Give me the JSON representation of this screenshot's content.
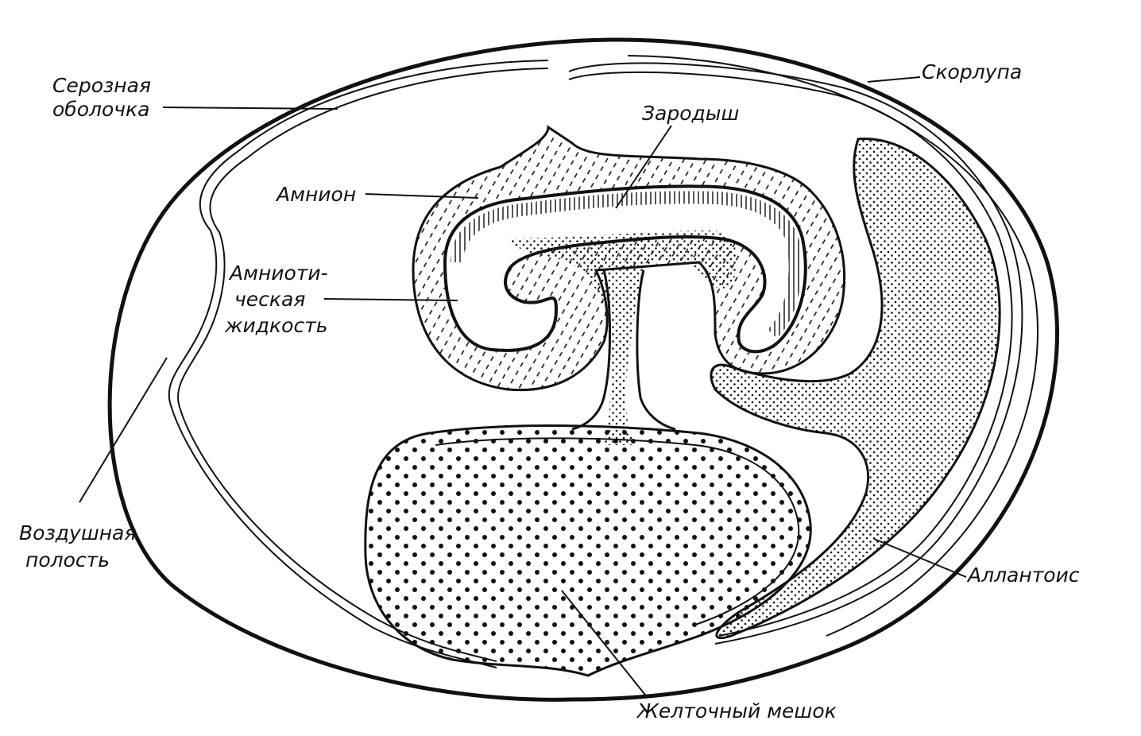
{
  "labels": {
    "serous_line1": "Серозная",
    "serous_line2": "оболочка",
    "shell": "Скорлупа",
    "embryo": "Зародыш",
    "amnion": "Амнион",
    "fluid_line1": "Амниоти-",
    "fluid_line2": "ческая",
    "fluid_line3": "жидкость",
    "air_line1": "Воздушная",
    "air_line2": "полость",
    "allantois": "Аллантоис",
    "yolk_sac": "Желточный мешок"
  },
  "colors": {
    "ink": "#111111",
    "paper": "#ffffff"
  }
}
